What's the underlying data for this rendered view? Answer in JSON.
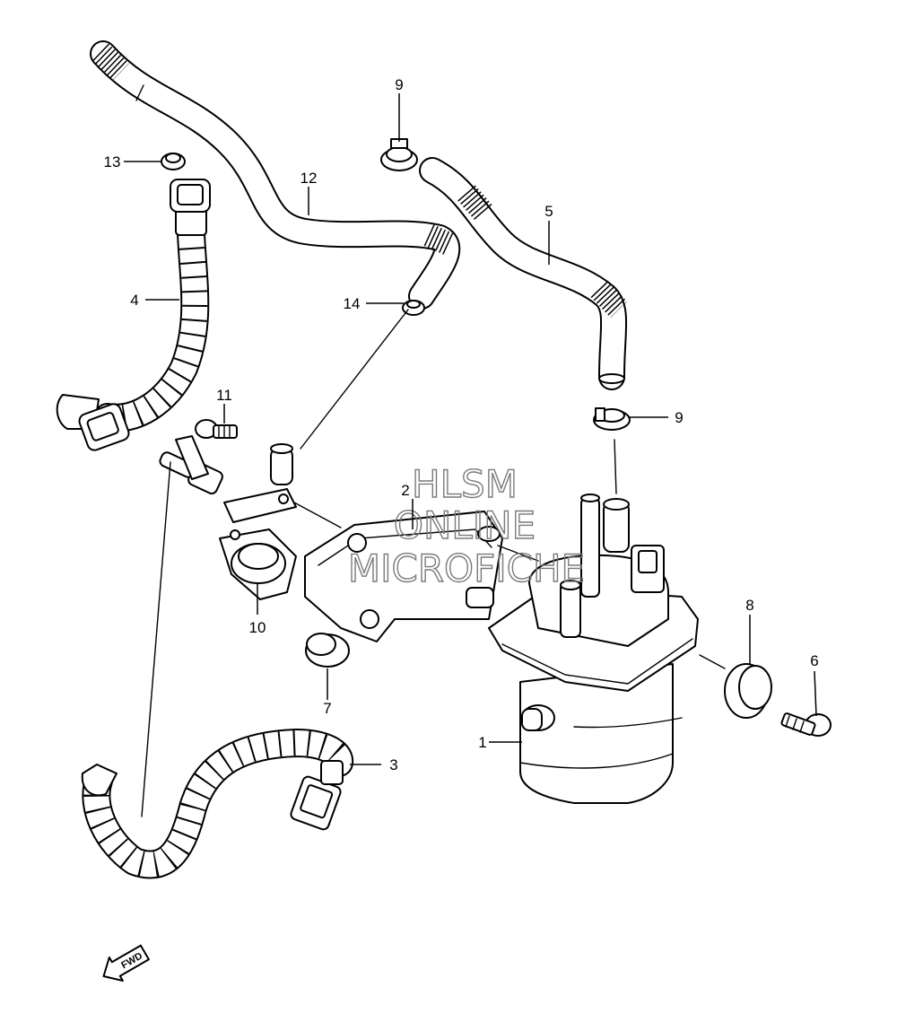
{
  "callouts": {
    "c1": "1",
    "c2": "2",
    "c3": "3",
    "c4": "4",
    "c5": "5",
    "c6": "6",
    "c7": "7",
    "c8": "8",
    "c9a": "9",
    "c9b": "9",
    "c10": "10",
    "c11": "11",
    "c12": "12",
    "c13": "13",
    "c14": "14"
  },
  "watermark": {
    "line1": "HLSM",
    "line2": "ONLINE",
    "line3": "MICROFICHE"
  },
  "direction_arrow": {
    "label": "FWD"
  }
}
